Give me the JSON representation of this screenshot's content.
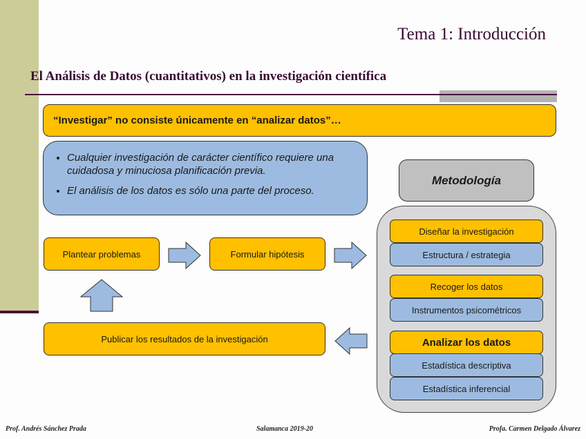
{
  "slide": {
    "title": "Tema 1: Introducción",
    "subtitle": "El Análisis de Datos (cuantitativos) en la investigación científica",
    "banner": "“Investigar” no consiste únicamente en “analizar datos”…",
    "notes": [
      "Cualquier investigación de carácter científico requiere una cuidadosa y minuciosa planificación previa.",
      "El análisis de los datos es sólo una parte del proceso."
    ],
    "flow": {
      "plantear": "Plantear problemas",
      "formular": "Formular hipótesis",
      "publicar": "Publicar los resultados de la investigación"
    },
    "methodology": {
      "label": "Metodología",
      "steps": [
        {
          "main": "Diseñar la investigación",
          "sub": "Estructura / estrategia"
        },
        {
          "main": "Recoger los datos",
          "sub": "Instrumentos psicométricos"
        },
        {
          "main": "Analizar los datos",
          "subs": [
            "Estadística descriptiva",
            "Estadística inferencial"
          ]
        }
      ]
    },
    "colors": {
      "yellow": "#ffc000",
      "blue": "#9dbbe0",
      "accent": "#4a1040",
      "sidebar": "#cccc99"
    },
    "footer": {
      "left": "Prof. Andrés Sánchez Prada",
      "center": "Salamanca 2019-20",
      "right": "Profa. Carmen Delgado Álvarez"
    }
  }
}
